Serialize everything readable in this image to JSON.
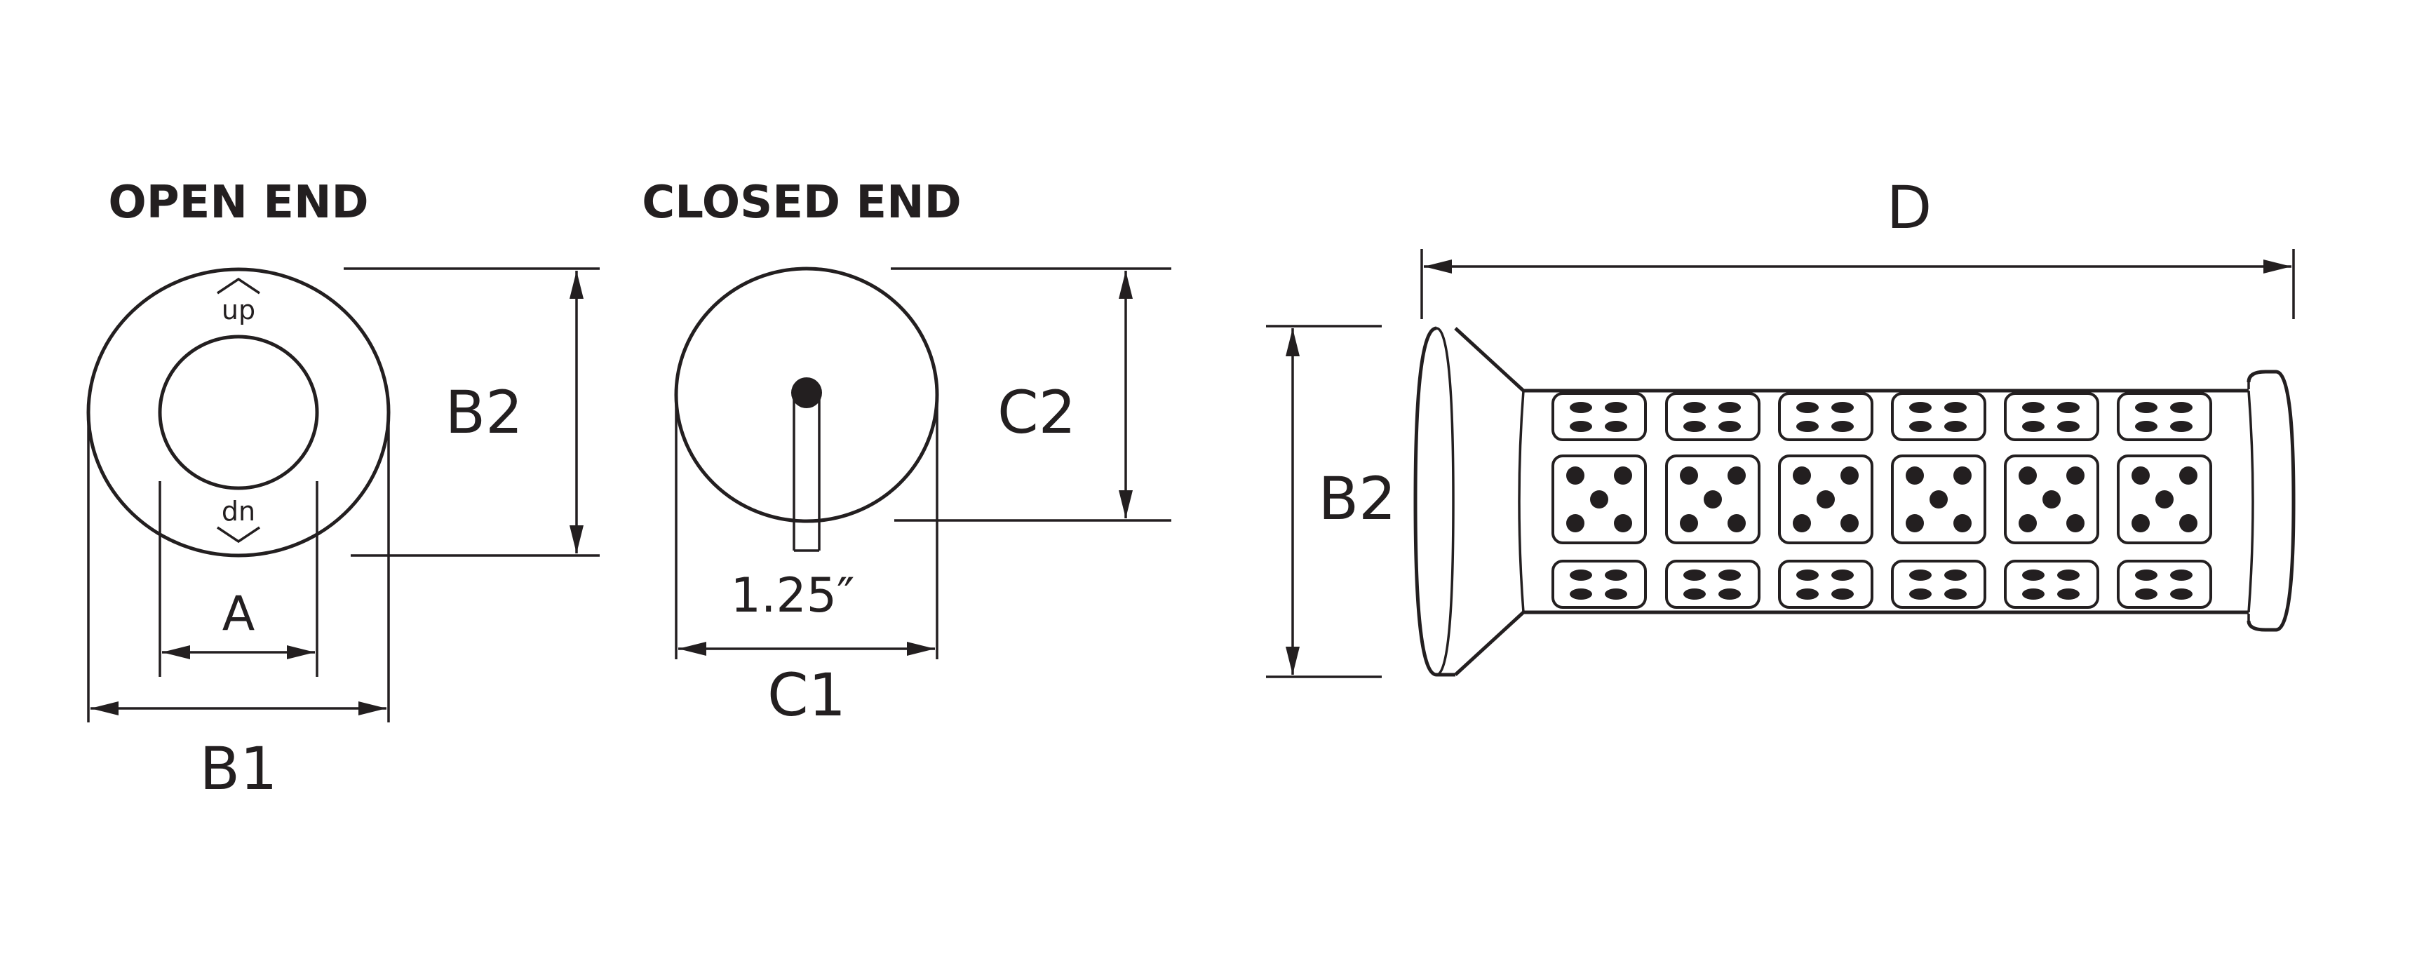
{
  "views": {
    "open_end": {
      "heading": "OPEN END",
      "marks": {
        "up": "up",
        "dn": "dn"
      },
      "dims": {
        "inner": "A",
        "outer": "B1",
        "height": "B2"
      }
    },
    "closed_end": {
      "heading": "CLOSED END",
      "dims": {
        "width": "C1",
        "height": "C2",
        "slot": "1.25″"
      }
    },
    "side": {
      "dims": {
        "length": "D",
        "height": "B2"
      },
      "pattern": {
        "rows": 3,
        "columns": 6,
        "middle_pips": 5,
        "outer_pips": 4
      }
    }
  },
  "colors": {
    "ink": "#231f20",
    "background": "#ffffff"
  }
}
